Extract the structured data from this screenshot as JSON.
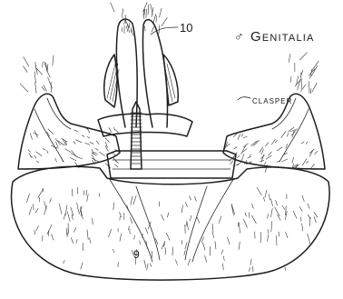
{
  "labels": {
    "title": "Genitalia",
    "sex_symbol": "♂",
    "segment_10": "10",
    "clasper": "CLASPER",
    "segment_9": "9"
  },
  "colors": {
    "ink": "#1e1e1e",
    "background": "#ffffff"
  }
}
